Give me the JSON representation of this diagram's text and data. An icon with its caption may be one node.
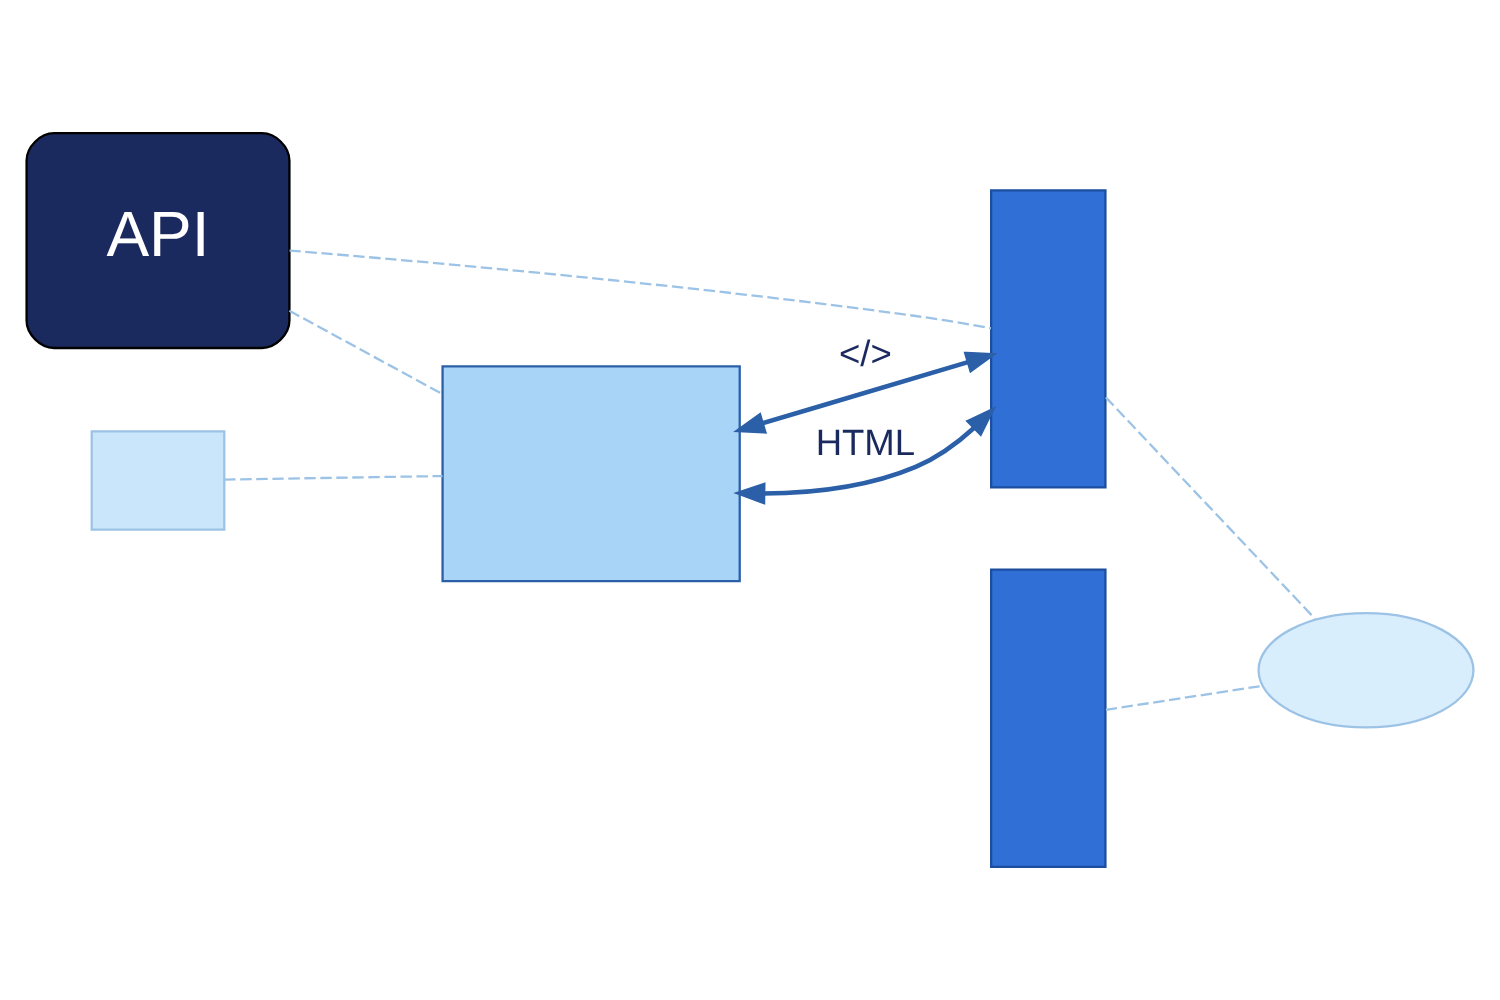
{
  "diagram": {
    "nodes": [
      {
        "text": [
          "API"
        ]
      },
      {
        "text": [],
        "shape": "box"
      },
      {
        "text": [],
        "shape": "box"
      },
      {
        "text": [],
        "shape": "box"
      },
      {
        "text": [],
        "shape": "box"
      },
      {
        "text": [],
        "shape": "cloud"
      }
    ],
    "edges": [
      {
        "from": 1,
        "to": 2,
        "arrow": "both",
        "label": "</>",
        "color": "#2b5fa8"
      },
      {
        "from": 1,
        "to": 2,
        "arrow": "both",
        "label": "HTML",
        "color": "#2b5fa8"
      },
      {
        "from": 4,
        "to": 1,
        "arrow": "none",
        "style": "dashed"
      },
      {
        "from": 0,
        "to": 1,
        "arrow": "none",
        "style": "dashed"
      },
      {
        "from": 0,
        "to": 2,
        "arrow": "none",
        "style": "dashed"
      },
      {
        "from": 2,
        "to": 5,
        "arrow": "none",
        "style": "dashed"
      },
      {
        "from": 3,
        "to": 5,
        "arrow": "none",
        "style": "dashed"
      }
    ]
  }
}
